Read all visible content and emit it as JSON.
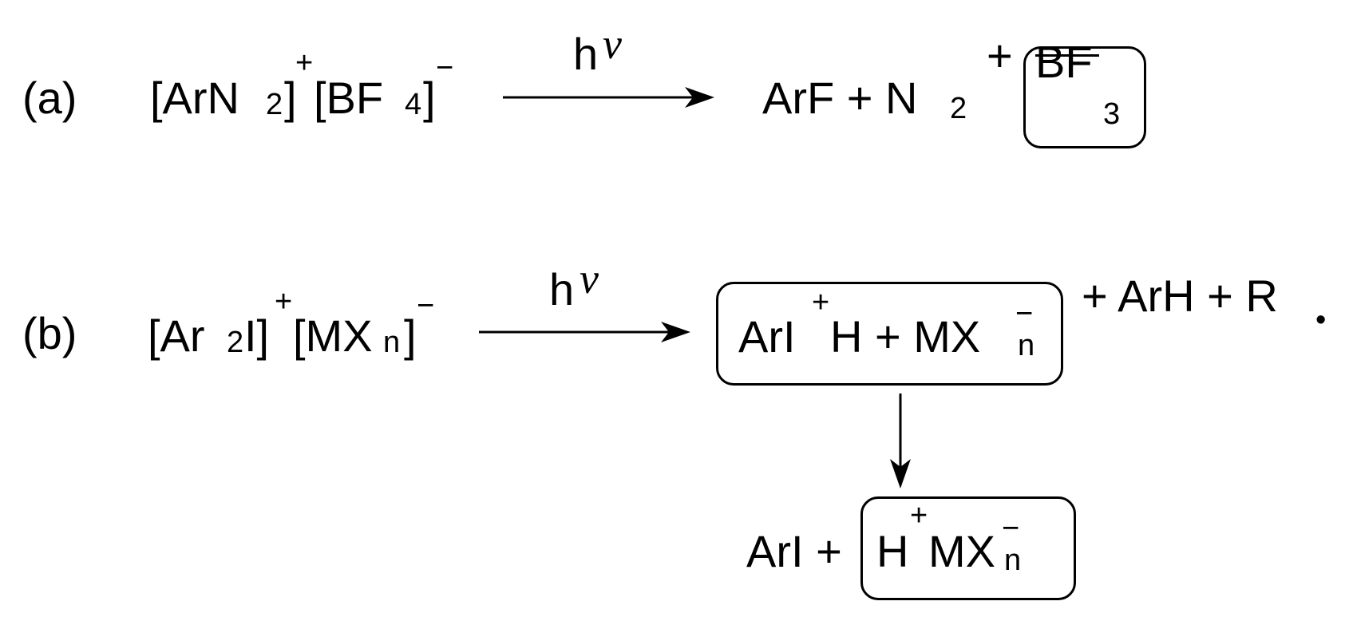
{
  "reaction_a": {
    "label": "(a)",
    "reactant": {
      "open": "[ArN",
      "sub": "2",
      "close": "]",
      "charge_pos": "+",
      "anion_open": "[BF",
      "anion_sub": "4",
      "anion_close": "]",
      "charge_neg": "−"
    },
    "condition": {
      "h": "h",
      "nu": "ν"
    },
    "products": {
      "main": "ArF + N",
      "n2_sub": "2",
      "plus": "+",
      "byproduct": "BF",
      "byproduct_sub": "3"
    }
  },
  "reaction_b": {
    "label": "(b)",
    "reactant": {
      "open": "[Ar",
      "sub": "2",
      "mid": "I]",
      "charge_pos": "+",
      "anion_open": "[MX",
      "anion_sub": "n",
      "anion_close": "]",
      "charge_neg": "−"
    },
    "condition": {
      "h": "h",
      "nu": "ν"
    },
    "intermediate": {
      "arI": "ArI",
      "plus_charge": "+",
      "rest": "H + MX",
      "anion_charge": "−",
      "anion_sub": "n"
    },
    "side_products": "+ ArH + R",
    "radical_dot": "•",
    "final": {
      "arI": "ArI +",
      "h": "H",
      "h_charge": "+",
      "mx": "MX",
      "mx_charge": "−",
      "mx_sub": "n"
    }
  }
}
